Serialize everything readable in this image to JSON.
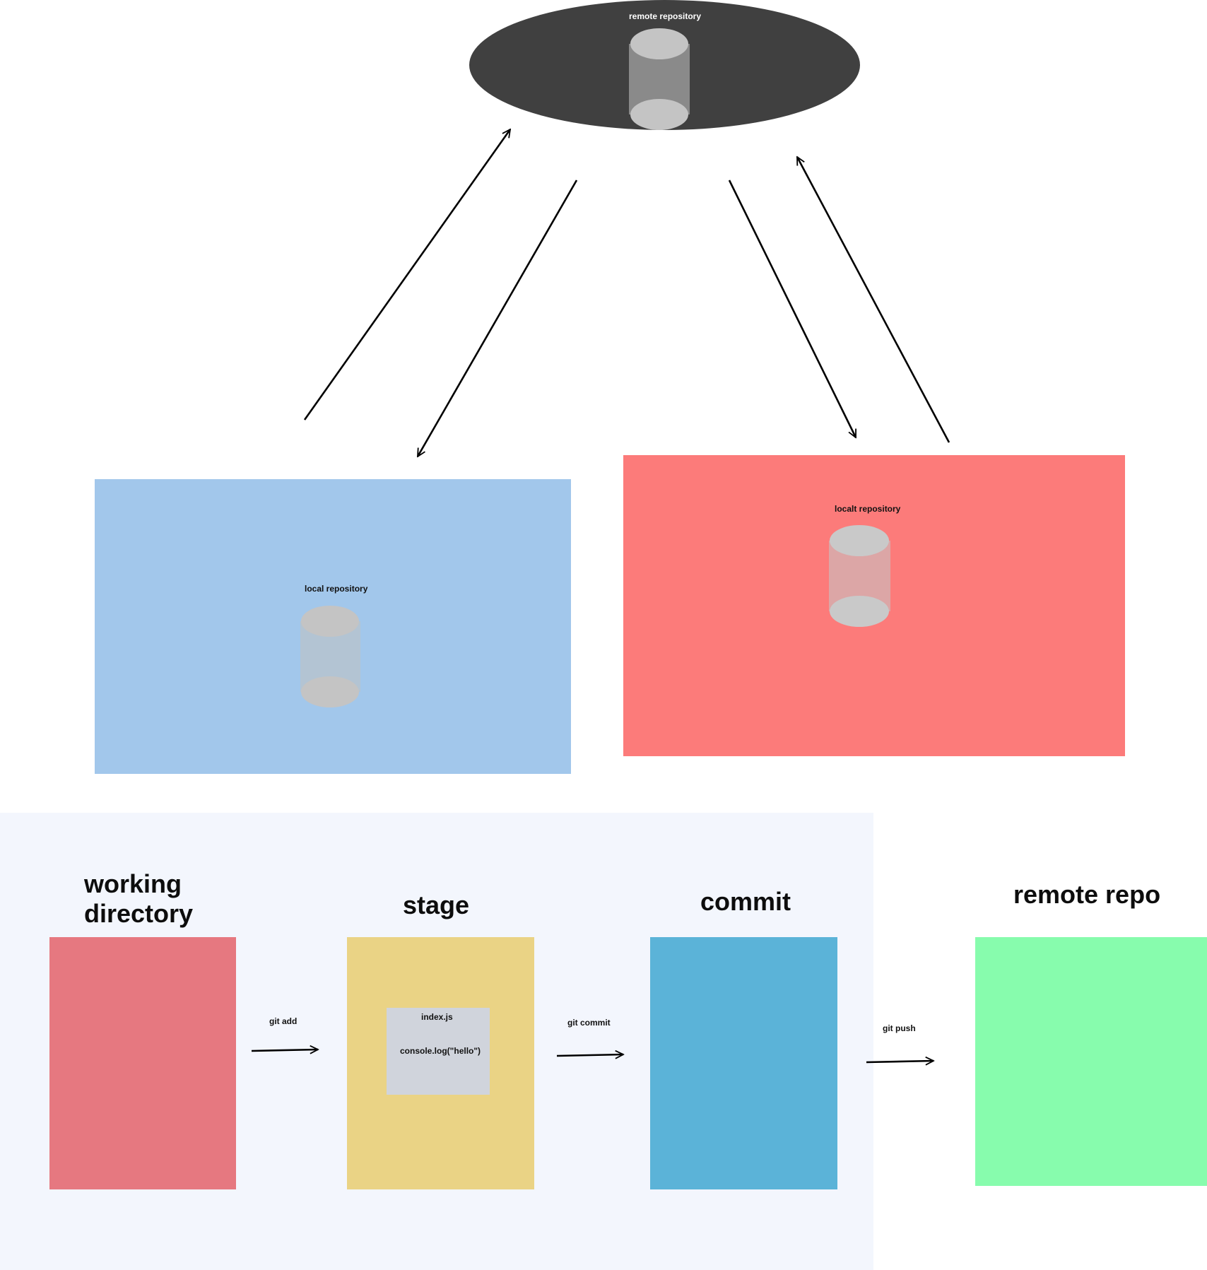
{
  "remote": {
    "title": "remote repository",
    "ellipse_color": "#404040",
    "cylinder_body_color": "#8a8a8a",
    "cylinder_cap_color": "#c4c4c4"
  },
  "local_left": {
    "title": "local repository",
    "bg_color": "#a2c7eb",
    "cylinder_body_color": "#b3c4d3",
    "cylinder_cap_color": "#c4c4c4"
  },
  "local_right": {
    "title": "localt repository",
    "bg_color": "#fc7b7a",
    "cylinder_body_color": "#dca6a6",
    "cylinder_cap_color": "#c9c9c9"
  },
  "workflow": {
    "panel_color": "#f3f6fd",
    "working_directory": {
      "title_line1": "working",
      "title_line2": "directory",
      "color": "#e67880"
    },
    "stage": {
      "title": "stage",
      "color": "#ead385",
      "file": {
        "name": "index.js",
        "content": "console.log(\"hello\")",
        "color": "#d0d4dc"
      }
    },
    "commit": {
      "title": "commit",
      "color": "#5bb3d8"
    },
    "remote_repo": {
      "title": "remote repo",
      "color": "#87fcad"
    },
    "git_add": "git add",
    "git_commit": "git commit",
    "git_push": "git push"
  }
}
